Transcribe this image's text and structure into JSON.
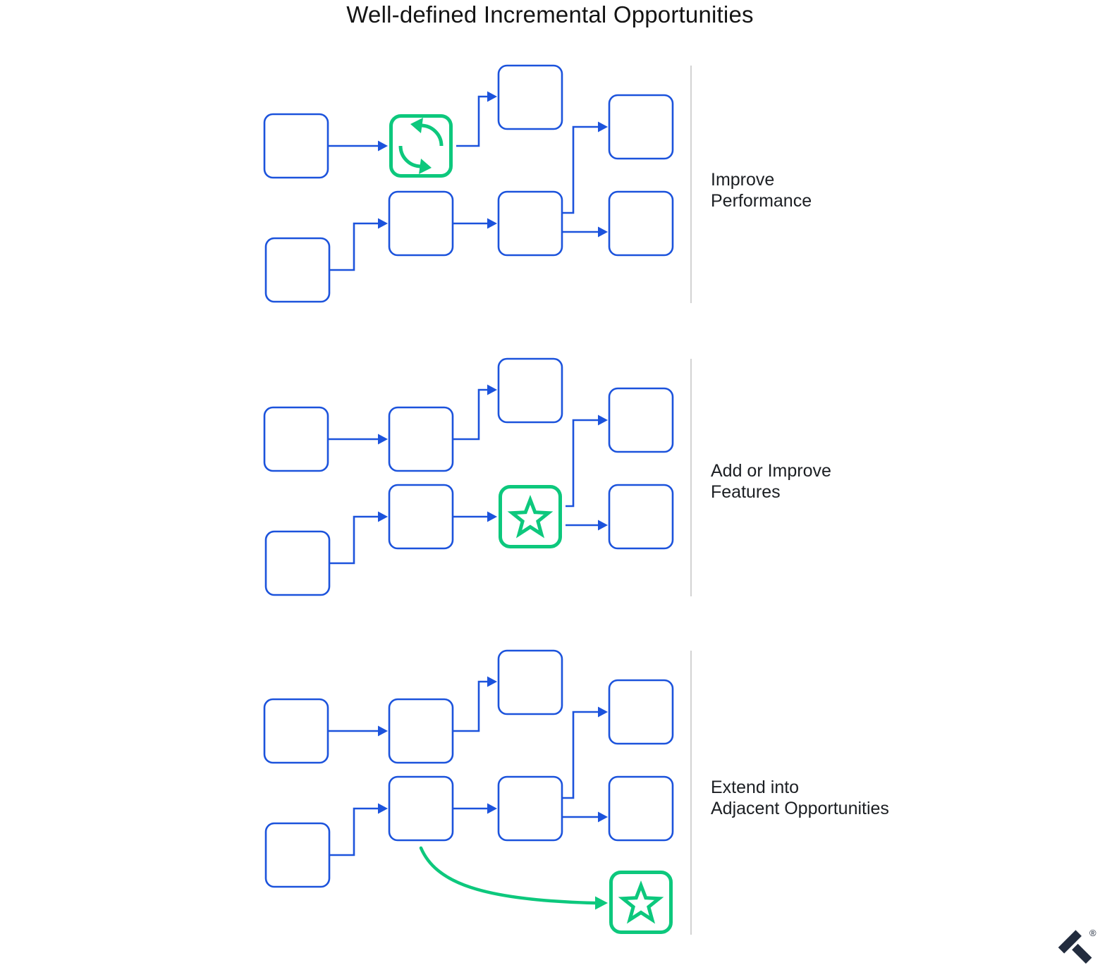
{
  "title": "Well-defined Incremental Opportunities",
  "sections": [
    {
      "label_line1": "Improve",
      "label_line2": "Performance",
      "highlight_icon": "refresh-cycle-icon"
    },
    {
      "label_line1": "Add or Improve",
      "label_line2": "Features",
      "highlight_icon": "star-icon"
    },
    {
      "label_line1": "Extend into",
      "label_line2": "Adjacent Opportunities",
      "highlight_icon": "star-icon"
    }
  ],
  "logo": {
    "registered_mark": "®",
    "mark": "toptal-logo-mark"
  },
  "colors": {
    "flow_blue": "#1C53DC",
    "highlight_green": "#0DC87D",
    "divider_gray": "#D3D3D3",
    "label_text": "#1C1F23",
    "logo_navy": "#222C3E"
  }
}
